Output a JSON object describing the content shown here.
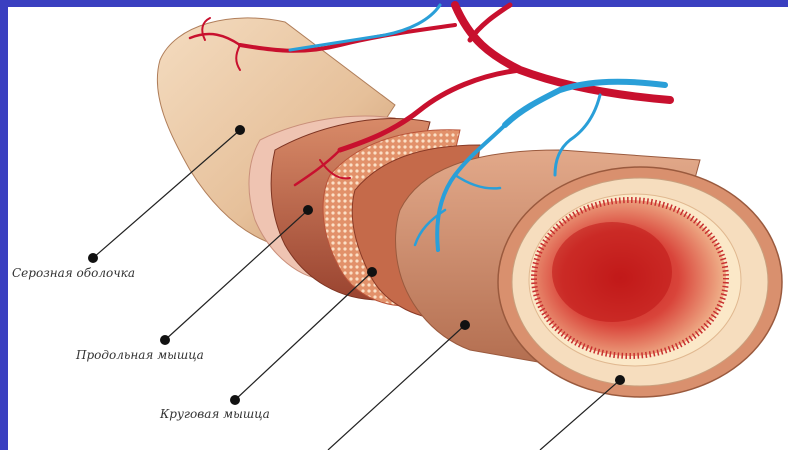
{
  "labels": {
    "serosa": "Серозная оболочка",
    "longitudinal_muscle": "Продольная мышца",
    "circular_muscle": "Круговая мышца"
  },
  "colors": {
    "frame": "#3a3fc0",
    "artery": "#c8102e",
    "vein": "#2a9fd8",
    "serosa": "#efd3b6",
    "muscle": "#b85a3c",
    "mucosa": "#e23a3a"
  }
}
